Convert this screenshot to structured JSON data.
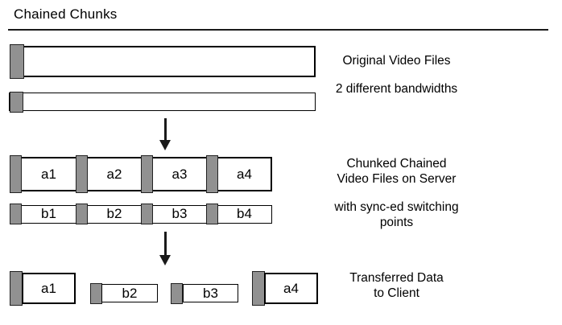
{
  "title": "Chained Chunks",
  "captions": {
    "original": "Original Video Files",
    "bandwidths": "2 different bandwidths",
    "server_line1": "Chunked Chained",
    "server_line2": "Video Files on Server",
    "sync_line1": "with sync-ed switching",
    "sync_line2": "points",
    "client_line1": "Transferred Data",
    "client_line2": "to Client"
  },
  "server_chunks": {
    "bar_a": [
      "a1",
      "a2",
      "a3",
      "a4"
    ],
    "bar_b": [
      "b1",
      "b2",
      "b3",
      "b4"
    ]
  },
  "client_chunks": [
    "a1",
    "b2",
    "b3",
    "a4"
  ],
  "colors": {
    "sync_block_gray": "#919191",
    "border_black": "#000000",
    "background": "#ffffff"
  }
}
